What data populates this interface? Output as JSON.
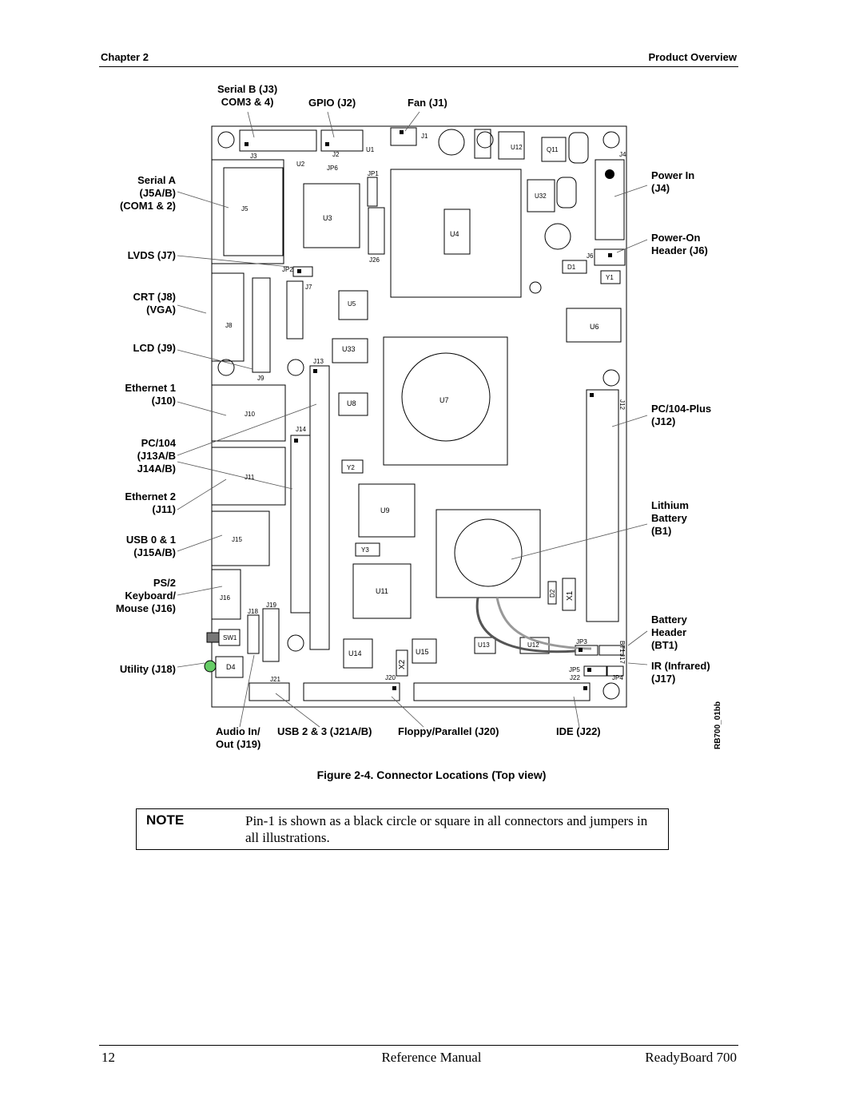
{
  "header": {
    "chapter": "Chapter 2",
    "section": "Product Overview"
  },
  "callouts": {
    "serial_b": "Serial B (J3)\nCOM3 & 4)",
    "gpio": "GPIO (J2)",
    "fan": "Fan (J1)",
    "serial_a": "Serial A\n(J5A/B)\n(COM1 & 2)",
    "lvds": "LVDS (J7)",
    "crt": "CRT (J8)\n(VGA)",
    "lcd": "LCD (J9)",
    "ethernet1": "Ethernet 1\n(J10)",
    "pc104": "PC/104\n(J13A/B\nJ14A/B)",
    "ethernet2": "Ethernet 2\n(J11)",
    "usb01": "USB 0 & 1\n(J15A/B)",
    "ps2": "PS/2\nKeyboard/\nMouse (J16)",
    "utility": "Utility (J18)",
    "power_in": "Power In\n(J4)",
    "power_on": "Power-On\nHeader (J6)",
    "pc104plus": "PC/104-Plus\n(J12)",
    "lithium": "Lithium\nBattery\n(B1)",
    "battery_header": "Battery\nHeader\n(BT1)",
    "ir": "IR (Infrared)\n(J17)",
    "audio": "Audio In/\nOut (J19)",
    "usb23": "USB 2 & 3 (J21A/B)",
    "floppy": "Floppy/Parallel (J20)",
    "ide": "IDE (J22)"
  },
  "board_labels": {
    "j3": "J3",
    "j2": "J2",
    "j1": "J1",
    "u1": "U1",
    "u2": "U2",
    "jp6": "JP6",
    "u12": "U12",
    "q11": "Q11",
    "j4": "J4",
    "jp1": "JP1",
    "u32": "U32",
    "j5": "J5",
    "u3": "U3",
    "u4": "U4",
    "j26": "J26",
    "j6": "J6",
    "d1": "D1",
    "y1": "Y1",
    "jp2": "JP2",
    "j7": "J7",
    "u5": "U5",
    "u6": "U6",
    "j8": "J8",
    "u33": "U33",
    "j9": "J9",
    "j13": "J13",
    "j12": "J12",
    "u8": "U8",
    "u7": "U7",
    "j10": "J10",
    "j14": "J14",
    "y2": "Y2",
    "j11": "J11",
    "u9": "U9",
    "j15": "J15",
    "y3": "Y3",
    "u11": "U11",
    "d2": "D2",
    "x1": "X1",
    "j16": "J16",
    "j19": "J19",
    "j18": "J18",
    "sw1": "SW1",
    "u13": "U13",
    "u12b": "U12",
    "jp3": "JP3",
    "bt1": "BT1",
    "j17": "J17",
    "u14": "U14",
    "u15": "U15",
    "x2": "X2",
    "d4": "D4",
    "jp5": "JP5",
    "j21": "J21",
    "j20": "J20",
    "j22": "J22",
    "jp4": "JP4"
  },
  "figure_id": "RB700_01bb",
  "caption": "Figure 2-4.  Connector Locations (Top view)",
  "note": {
    "label": "NOTE",
    "text": "Pin-1 is shown as a black circle or square in all connectors and jumpers in all illustrations."
  },
  "footer": {
    "page": "12",
    "title": "Reference Manual",
    "product": "ReadyBoard 700"
  }
}
